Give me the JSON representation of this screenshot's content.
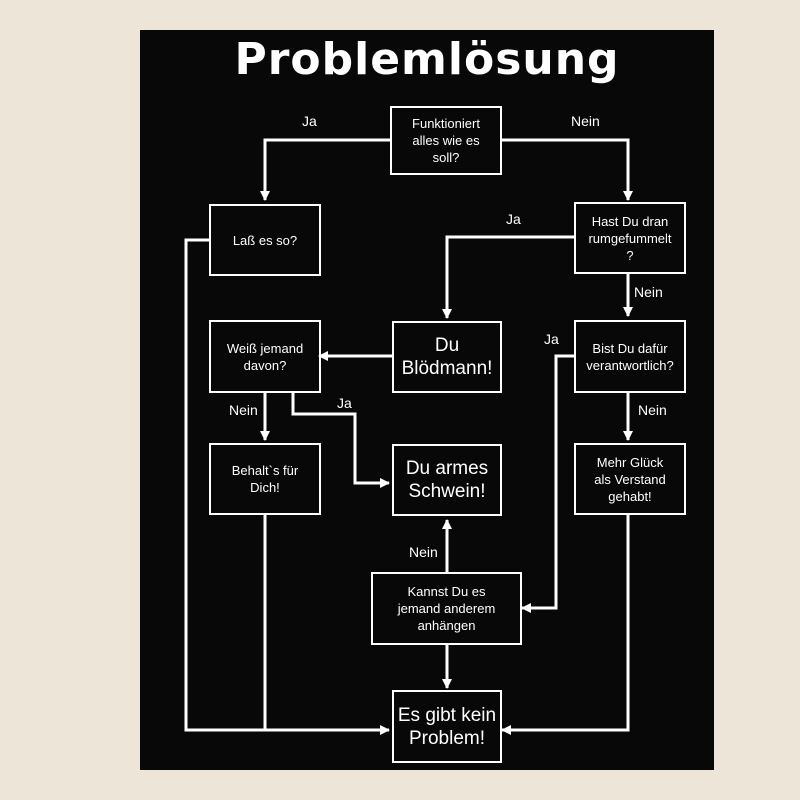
{
  "title": "Problemlösung",
  "nodes": {
    "funktioniert": "Funktioniert\nalles wie es\nsoll?",
    "lass_es_so": "Laß es so?",
    "hast_du_dran": "Hast Du dran\nrumgefummelt\n?",
    "weiss_jemand": "Weiß jemand\ndavon?",
    "du_bloedmann": "Du\nBlödmann!",
    "bist_du_verantwortlich": "Bist Du dafür\nverantwortlich?",
    "behalts_fuer_dich": "Behalt`s für\nDich!",
    "du_armes_schwein": "Du armes\nSchwein!",
    "mehr_glueck": "Mehr Glück\nals Verstand\ngehabt!",
    "kannst_du_anhaengen": "Kannst Du es\njemand anderem\nanhängen",
    "kein_problem": "Es gibt kein\nProblem!"
  },
  "edge_labels": {
    "funktioniert_ja": "Ja",
    "funktioniert_nein": "Nein",
    "hast_du_ja": "Ja",
    "hast_du_nein": "Nein",
    "weiss_nein": "Nein",
    "weiss_ja": "Ja",
    "bist_du_ja": "Ja",
    "bist_du_nein": "Nein",
    "kannst_nein": "Nein"
  },
  "colors": {
    "poster_background": "#080808",
    "foreground": "#ffffff",
    "page_background": "#ede6d8"
  }
}
